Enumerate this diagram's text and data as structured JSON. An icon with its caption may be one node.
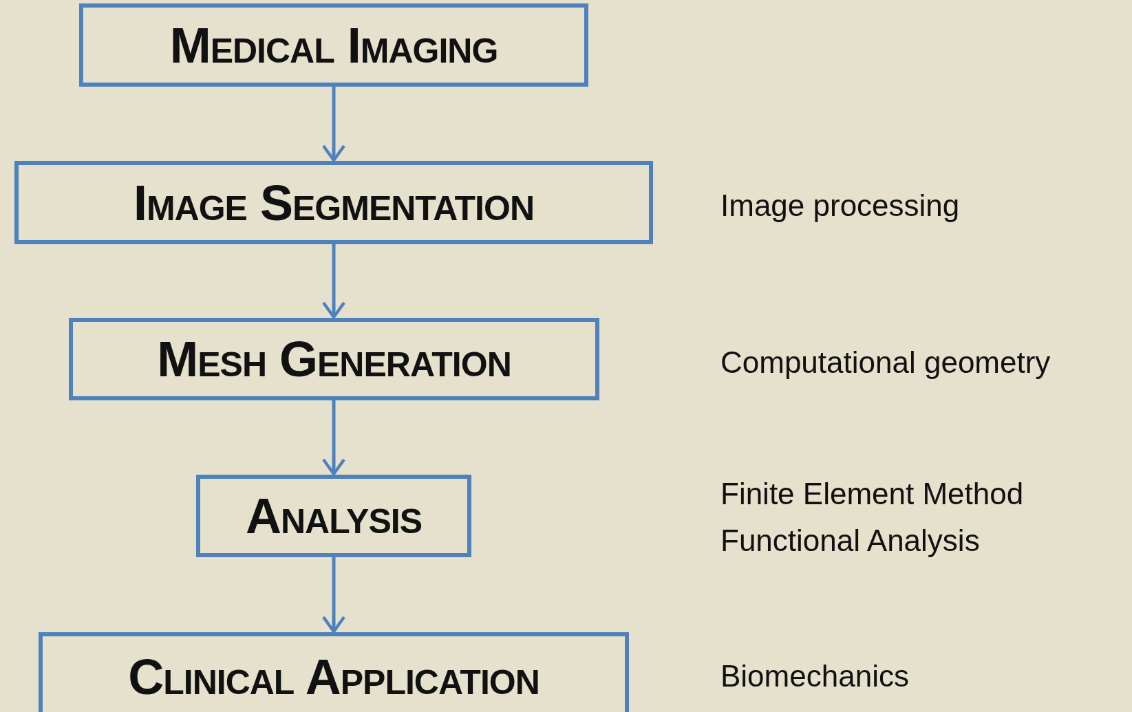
{
  "diagram": {
    "nodes": [
      {
        "text": [
          "Medical Imaging"
        ]
      },
      {
        "text": [
          "Image Segmentation"
        ]
      },
      {
        "text": [
          "Mesh Generation"
        ]
      },
      {
        "text": [
          "Analysis"
        ]
      },
      {
        "text": [
          "Clinical Application"
        ]
      }
    ],
    "edges": [
      {
        "from": 0,
        "to": 1,
        "arrow": "to"
      },
      {
        "from": 1,
        "to": 2,
        "arrow": "to"
      },
      {
        "from": 2,
        "to": 3,
        "arrow": "to"
      },
      {
        "from": 3,
        "to": 4,
        "arrow": "to"
      }
    ],
    "labels": [
      "Image processing",
      "Computational geometry",
      "Finite Element Method",
      "Functional Analysis",
      "Biomechanics"
    ]
  }
}
